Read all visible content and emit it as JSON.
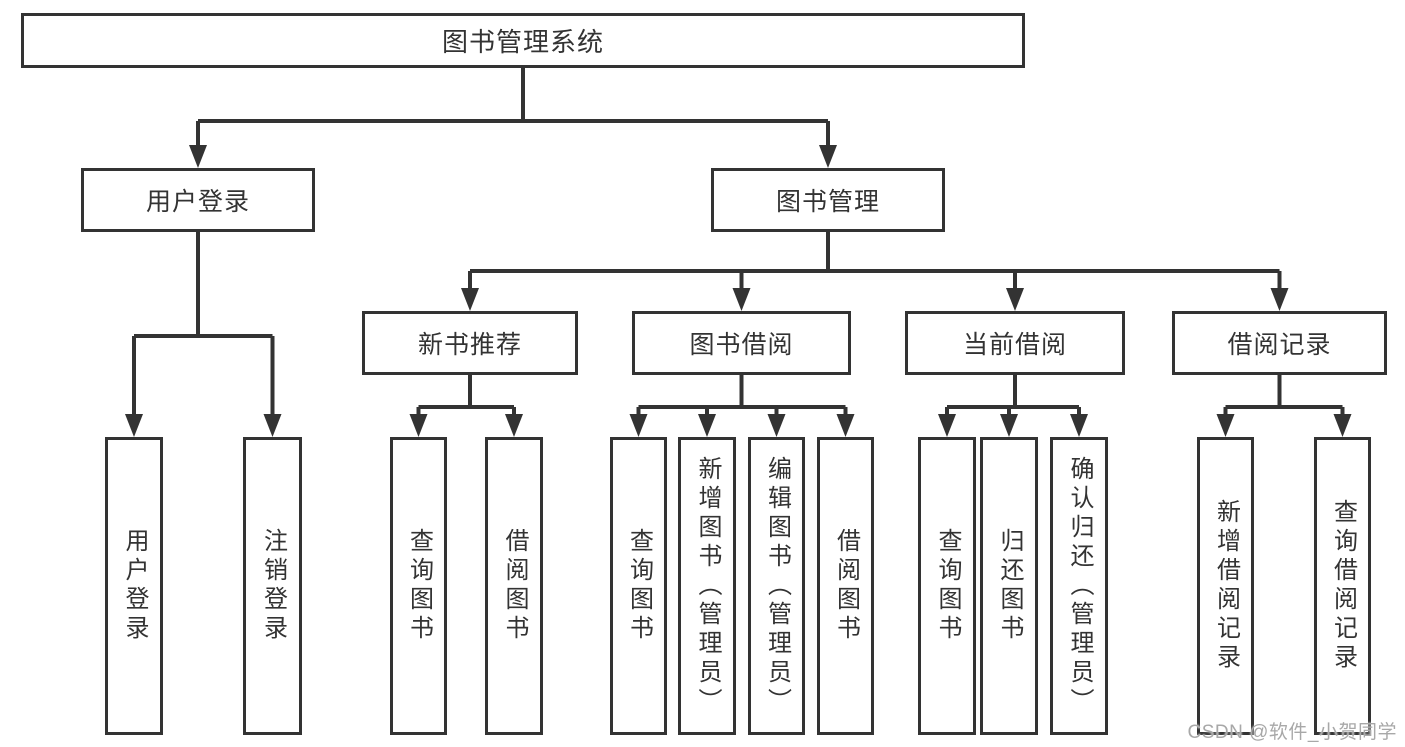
{
  "diagram": {
    "type": "hierarchy-tree",
    "root": {
      "label": "图书管理系统"
    },
    "level2": {
      "user_login": {
        "label": "用户登录"
      },
      "book_management": {
        "label": "图书管理"
      }
    },
    "level3": {
      "new_book_recommend": {
        "label": "新书推荐",
        "parent": "图书管理"
      },
      "book_borrowing": {
        "label": "图书借阅",
        "parent": "图书管理"
      },
      "current_borrowing": {
        "label": "当前借阅",
        "parent": "图书管理"
      },
      "borrowing_records": {
        "label": "借阅记录",
        "parent": "图书管理"
      }
    },
    "leaves": {
      "user_login": {
        "label": "用户登录",
        "parent": "用户登录"
      },
      "logout": {
        "label": "注销登录",
        "parent": "用户登录"
      },
      "nbr_query_books": {
        "label": "查询图书",
        "parent": "新书推荐"
      },
      "nbr_borrow_books": {
        "label": "借阅图书",
        "parent": "新书推荐"
      },
      "bb_query_books": {
        "label": "查询图书",
        "parent": "图书借阅"
      },
      "bb_add_books": {
        "label": "新增图书（管理员）",
        "parent": "图书借阅"
      },
      "bb_edit_books": {
        "label": "编辑图书（管理员）",
        "parent": "图书借阅"
      },
      "bb_borrow_books": {
        "label": "借阅图书",
        "parent": "图书借阅"
      },
      "cb_query_books": {
        "label": "查询图书",
        "parent": "当前借阅"
      },
      "cb_return_books": {
        "label": "归还图书",
        "parent": "当前借阅"
      },
      "cb_confirm_return": {
        "label": "确认归还（管理员）",
        "parent": "当前借阅"
      },
      "br_add_record": {
        "label": "新增借阅记录",
        "parent": "借阅记录"
      },
      "br_query_record": {
        "label": "查询借阅记录",
        "parent": "借阅记录"
      }
    }
  },
  "watermark": {
    "text": "CSDN @软件_小贺同学"
  },
  "colors": {
    "line": "#333333",
    "box_border": "#333333",
    "text": "#333333",
    "background": "#ffffff",
    "watermark": "#a8a8a8"
  }
}
